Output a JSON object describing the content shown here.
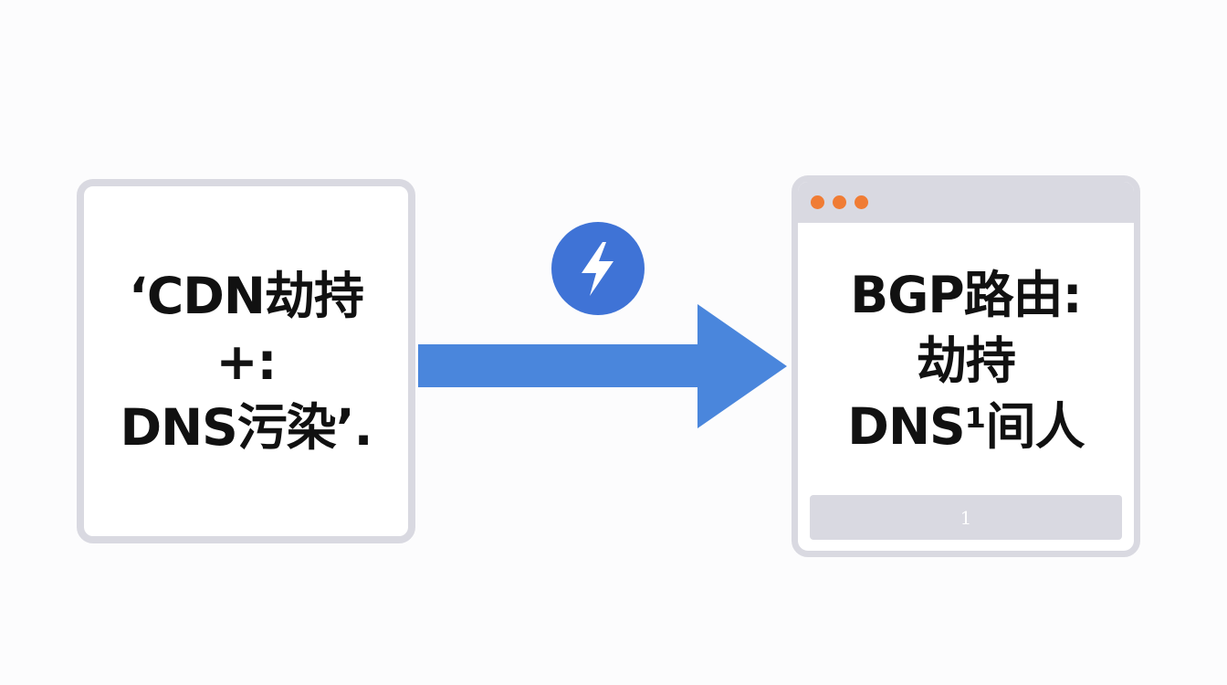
{
  "left_box": {
    "lines": [
      "‘CDN劫持",
      "+:",
      "DNS污染’."
    ]
  },
  "right_window": {
    "lines": [
      "BGP路由:",
      "劫持",
      "DNS¹间人"
    ],
    "status_text": "1"
  },
  "colors": {
    "arrow": "#4a86dc",
    "badge": "#3f73d6",
    "border": "#d9d9e1",
    "window_dots": "#f07c34"
  },
  "icons": [
    "lightning-bolt-icon",
    "arrow-right-icon"
  ]
}
